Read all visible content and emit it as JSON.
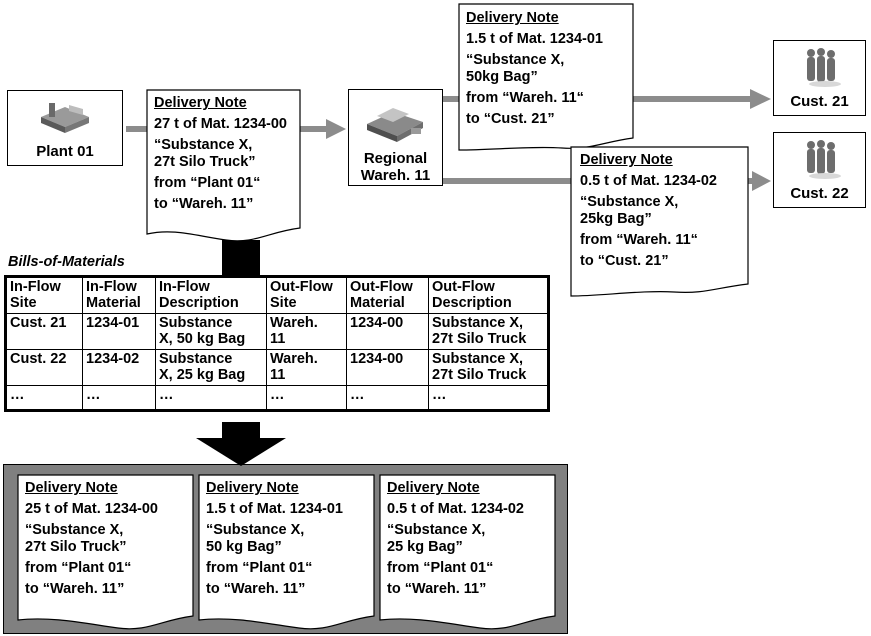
{
  "nodes": {
    "plant": {
      "line1": "Plant 01",
      "line2": ""
    },
    "warehouse": {
      "line1": "Regional",
      "line2": "Wareh. 11"
    },
    "cust21": {
      "line1": "Cust. 21"
    },
    "cust22": {
      "line1": "Cust. 22"
    }
  },
  "top_notes": [
    {
      "title": "Delivery Note",
      "lines": [
        "27 t of Mat. 1234-00",
        "“Substance X,",
        "27t Silo Truck”",
        "from “Plant 01“",
        "to “Wareh. 11”"
      ]
    },
    {
      "title": "Delivery Note",
      "lines": [
        "1.5 t of Mat. 1234-01",
        "“Substance X,",
        "50kg Bag”",
        "from “Wareh. 11“",
        "to “Cust. 21”"
      ]
    },
    {
      "title": "Delivery Note",
      "lines": [
        "0.5 t of Mat. 1234-02",
        "“Substance X,",
        "25kg Bag”",
        "from “Wareh. 11“",
        "to “Cust. 21”"
      ]
    }
  ],
  "bom": {
    "title": "Bills-of-Materials",
    "headers": [
      "In-Flow\nSite",
      "In-Flow\nMaterial",
      "In-Flow\nDescription",
      "Out-Flow\nSite",
      "Out-Flow\nMaterial",
      "Out-Flow\nDescription"
    ],
    "rows": [
      [
        "Cust. 21",
        "1234-01",
        "Substance\nX, 50 kg Bag",
        "Wareh.\n11",
        "1234-00",
        "Substance X,\n27t Silo Truck"
      ],
      [
        "Cust. 22",
        "1234-02",
        "Substance\nX, 25 kg Bag",
        "Wareh.\n11",
        "1234-00",
        "Substance X,\n27t Silo Truck"
      ],
      [
        "…",
        "…",
        "…",
        "…",
        "…",
        "…"
      ]
    ]
  },
  "bottom_notes": [
    {
      "title": "Delivery Note",
      "lines": [
        "25 t of Mat. 1234-00",
        "“Substance X,",
        "27t Silo Truck”",
        "from “Plant 01“",
        "to “Wareh. 11”"
      ]
    },
    {
      "title": "Delivery Note",
      "lines": [
        "1.5 t of Mat. 1234-01",
        "“Substance X,",
        "50 kg Bag”",
        "from “Plant 01“",
        "to “Wareh. 11”"
      ]
    },
    {
      "title": "Delivery Note",
      "lines": [
        "0.5 t of Mat. 1234-02",
        "“Substance X,",
        "25 kg Bag”",
        "from “Plant 01“",
        "to “Wareh. 11”"
      ]
    }
  ],
  "colors": {
    "arrow": "#8c8c8c",
    "panel": "#808080",
    "big_arrow": "#000000"
  }
}
